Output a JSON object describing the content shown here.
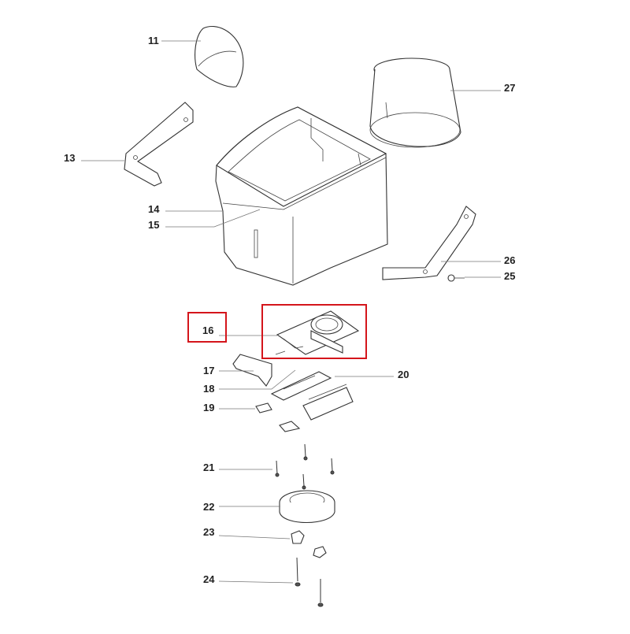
{
  "diagram": {
    "highlight_color": "#d4151b",
    "highlighted_part": "16",
    "callouts": [
      "11",
      "13",
      "14",
      "15",
      "16",
      "17",
      "18",
      "19",
      "20",
      "21",
      "22",
      "23",
      "24",
      "25",
      "26",
      "27"
    ]
  }
}
